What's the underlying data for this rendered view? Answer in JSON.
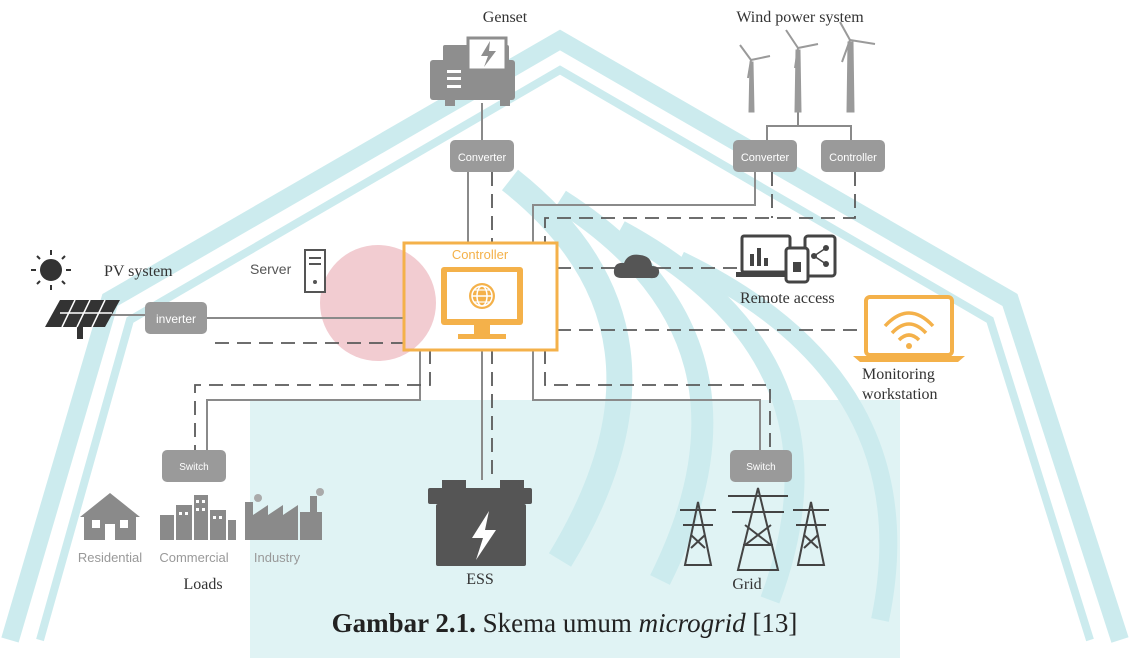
{
  "diagram": {
    "title_nodes": {
      "genset": "Genset",
      "wind": "Wind power system",
      "pv": "PV system",
      "server": "Server",
      "remote": "Remote access",
      "monitoring_line1": "Monitoring",
      "monitoring_line2": "workstation",
      "ess": "ESS",
      "grid": "Grid",
      "loads": "Loads"
    },
    "boxes": {
      "genset_converter": "Converter",
      "wind_converter": "Converter",
      "wind_controller": "Controller",
      "inverter": "inverter",
      "controller": "Controller",
      "switch_loads": "Switch",
      "switch_grid": "Switch"
    },
    "loads": [
      "Residential",
      "Commercial",
      "Industry"
    ]
  },
  "caption": {
    "label": "Gambar 2.1.",
    "text_before": " Skema umum ",
    "italic": "microgrid",
    "text_after": " [13]"
  },
  "colors": {
    "line": "#8a8a8a",
    "box": "#9a9a9a",
    "controller": "#f4b14a",
    "watermark": "#1aa8b3",
    "ess": "#555555"
  }
}
